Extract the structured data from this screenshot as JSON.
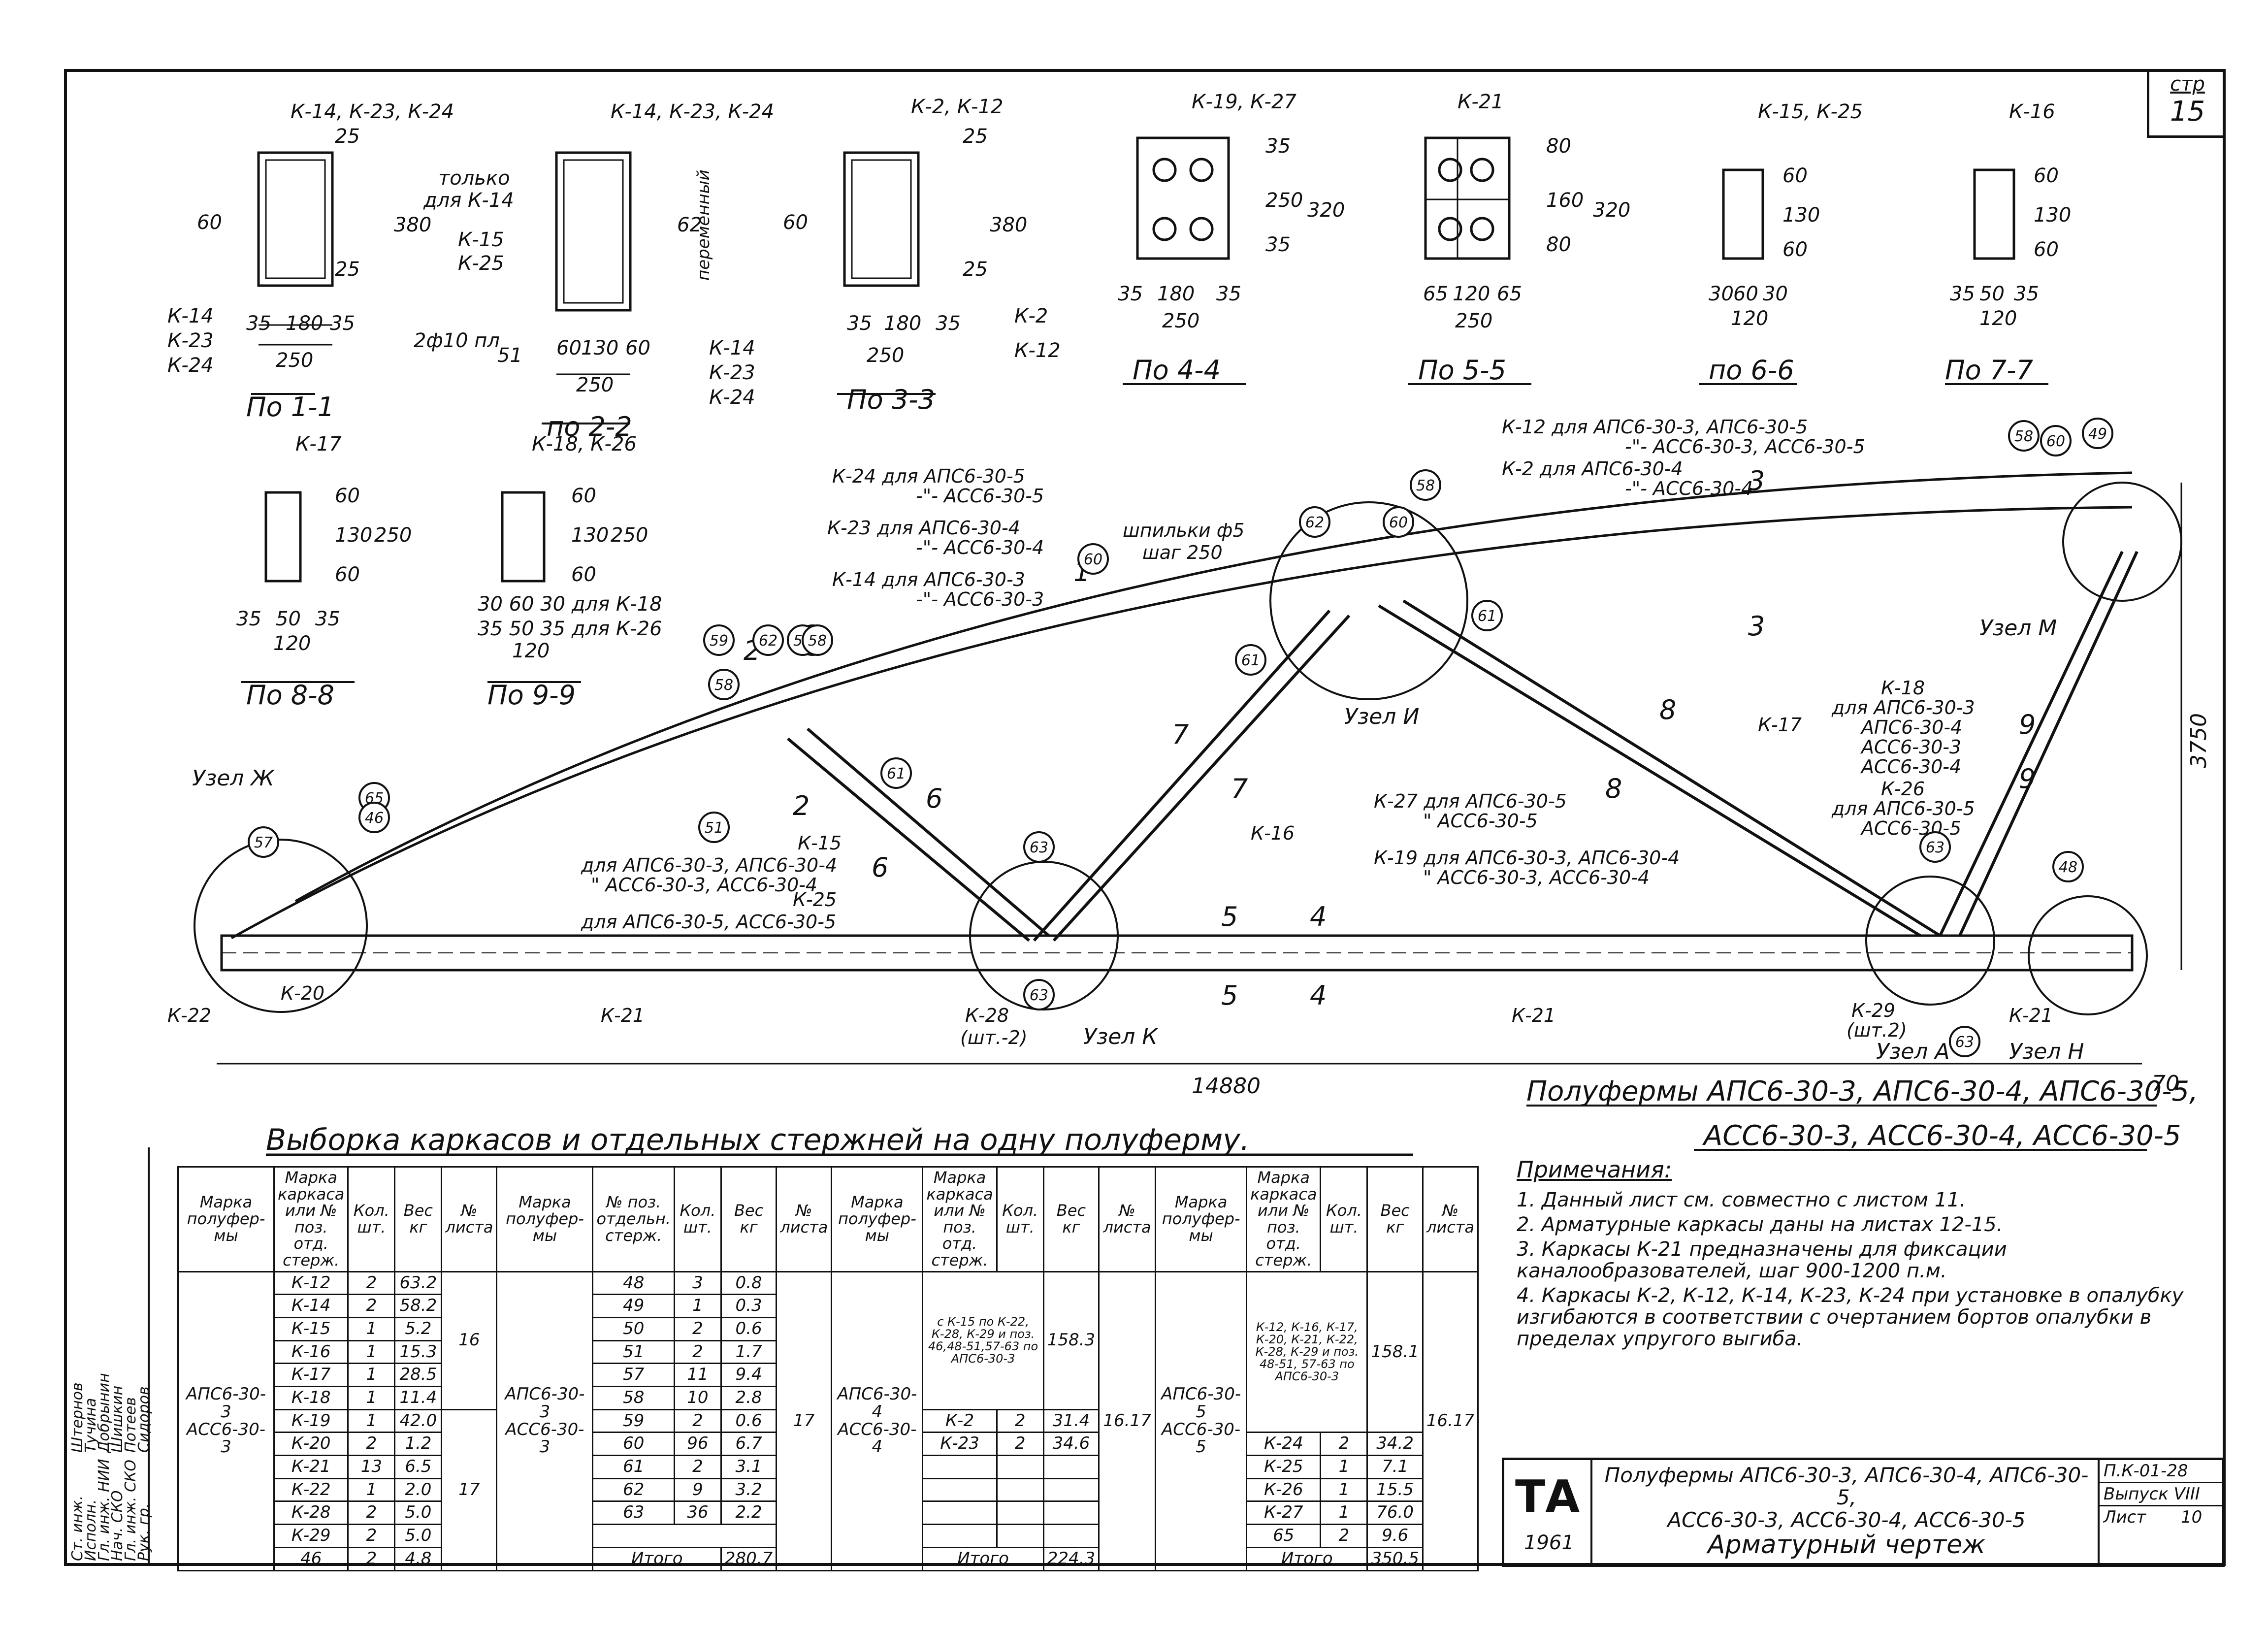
{
  "page": {
    "label": "стр",
    "number": "15"
  },
  "sections": {
    "s1": {
      "title": "По 1-1",
      "top_label": "К-14, К-23, К-24",
      "note1": "только",
      "note2": "для К-14",
      "left1": "К-14",
      "left2": "К-23",
      "left3": "К-24",
      "d1": "35",
      "d2": "180",
      "d3": "35",
      "w": "250",
      "h": "380",
      "h1": "25",
      "h2": "25",
      "mark": "60"
    },
    "s2": {
      "title": "по 2-2",
      "top_label": "К-14, К-23, К-24",
      "note1": "К-15",
      "note2": "К-25",
      "side": "переменный",
      "bar": "2ф10 пл",
      "r1": "К-14",
      "r2": "К-23",
      "r3": "К-24",
      "d1": "60",
      "d2": "130",
      "d3": "60",
      "w": "250",
      "mark1": "62",
      "mark2": "51"
    },
    "s3": {
      "title": "По 3-3",
      "top_label": "К-2, К-12",
      "r1": "К-2",
      "r2": "К-12",
      "d1": "35",
      "d2": "180",
      "d3": "35",
      "w": "250",
      "h": "380",
      "h1": "25",
      "h2": "25",
      "mark": "60"
    },
    "s4": {
      "title": "По 4-4",
      "top_label": "К-19, К-27",
      "d1": "35",
      "d2": "180",
      "d3": "35",
      "w": "250",
      "h1": "35",
      "h2": "250",
      "h3": "35",
      "h": "320"
    },
    "s5": {
      "title": "По 5-5",
      "top_label": "К-21",
      "d1": "65",
      "d2": "120",
      "d3": "65",
      "w": "250",
      "h1": "80",
      "h2": "160",
      "h3": "80",
      "h": "320"
    },
    "s6": {
      "title": "по 6-6",
      "top_label": "К-15, К-25",
      "d1": "30",
      "d2": "60",
      "d3": "30",
      "w": "120",
      "h1": "60",
      "h2": "130",
      "h3": "60"
    },
    "s7": {
      "title": "По 7-7",
      "top_label": "К-16",
      "d1": "35",
      "d2": "50",
      "d3": "35",
      "w": "120",
      "h1": "60",
      "h2": "130",
      "h3": "60"
    },
    "s8": {
      "title": "По 8-8",
      "top_label": "К-17",
      "d1": "35",
      "d2": "50",
      "d3": "35",
      "w": "120",
      "h1": "60",
      "h2": "130",
      "h3": "60",
      "h": "250"
    },
    "s9": {
      "title": "По 9-9",
      "top_label": "К-18, К-26",
      "row1": "30 60 30 для К-18",
      "row2": "35 50 35 для К-26",
      "w": "120",
      "h1": "60",
      "h2": "130",
      "h3": "60",
      "h": "250"
    }
  },
  "truss": {
    "callouts": {
      "k24": "К-24 для АПС6-30-5",
      "k24b": "-\"- АСС6-30-5",
      "k23": "К-23 для АПС6-30-4",
      "k23b": "-\"- АСС6-30-4",
      "k14": "К-14 для АПС6-30-3",
      "k14b": "-\"- АСС6-30-3",
      "k12": "К-12 для АПС6-30-3, АПС6-30-5",
      "k12b": "-\"- АСС6-30-3, АСС6-30-5",
      "k2": "К-2 для АПС6-30-4",
      "k2b": "-\"- АСС6-30-4",
      "studs": "шпильки ф5",
      "studs2": "шаг 250",
      "k15": "К-15",
      "k15a": "для АПС6-30-3, АПС6-30-4",
      "k15b": "\" АСС6-30-3, АСС6-30-4",
      "k25": "К-25",
      "k25a": "для АПС6-30-5, АСС6-30-5",
      "k27": "К-27 для АПС6-30-5",
      "k27b": "\" АСС6-30-5",
      "k19": "К-19 для АПС6-30-3, АПС6-30-4",
      "k19b": "\" АСС6-30-3, АСС6-30-4",
      "k17": "К-17",
      "k16": "К-16",
      "k18": "К-18",
      "k18a": "для АПС6-30-3",
      "k18b": "АПС6-30-4",
      "k18c": "АСС6-30-3",
      "k18d": "АСС6-30-4",
      "k26": "К-26",
      "k26a": "для АПС6-30-5",
      "k26b": "АСС6-30-5",
      "k22": "К-22",
      "k20": "К-20",
      "k21a": "К-21",
      "k21b": "К-21",
      "k21c": "К-21",
      "k28": "К-28",
      "k28q": "(шт.-2)",
      "k29": "К-29",
      "k29q": "(шт.2)"
    },
    "nodes": {
      "zh": "Узел Ж",
      "k": "Узел К",
      "i": "Узел И",
      "m": "Узел М",
      "a": "Узел А",
      "n": "Узел Н"
    },
    "dims": {
      "length": "14880",
      "height": "3750",
      "offset": "70"
    },
    "marks": [
      "60",
      "58",
      "62",
      "60",
      "61",
      "61",
      "59",
      "62",
      "58",
      "59",
      "58",
      "61",
      "51",
      "58",
      "65",
      "46",
      "57",
      "63",
      "63",
      "63",
      "63",
      "49",
      "60",
      "58",
      "48"
    ],
    "cuts": [
      "1",
      "2",
      "2",
      "3",
      "3",
      "4",
      "4",
      "5",
      "5",
      "6",
      "6",
      "7",
      "7",
      "8",
      "8",
      "9",
      "9"
    ]
  },
  "heading": {
    "part1": "Полуфермы АПС6-30-3, АПС6-30-4, АПС6-30-5,",
    "part2": "АСС6-30-3, АСС6-30-4, АСС6-30-5"
  },
  "table": {
    "title": "Выборка каркасов и отдельных стержней на одну полуферму.",
    "headers": {
      "mark": "Марка полуфер-мы",
      "frame": "Марка каркаса или № поз. отд. стерж.",
      "qty": "Кол. шт.",
      "weight": "Вес кг",
      "sheet": "№ листа",
      "pos": "№ поз. отдельн. стерж."
    },
    "g1": {
      "mark1": "АПС6-30-3",
      "mark2": "АСС6-30-3",
      "rows": [
        [
          "К-12",
          "2",
          "63.2"
        ],
        [
          "К-14",
          "2",
          "58.2"
        ],
        [
          "К-15",
          "1",
          "5.2"
        ],
        [
          "К-16",
          "1",
          "15.3"
        ],
        [
          "К-17",
          "1",
          "28.5"
        ],
        [
          "К-18",
          "1",
          "11.4"
        ],
        [
          "К-19",
          "1",
          "42.0"
        ],
        [
          "К-20",
          "2",
          "1.2"
        ],
        [
          "К-21",
          "13",
          "6.5"
        ],
        [
          "К-22",
          "1",
          "2.0"
        ],
        [
          "К-28",
          "2",
          "5.0"
        ],
        [
          "К-29",
          "2",
          "5.0"
        ],
        [
          "46",
          "2",
          "4.8"
        ]
      ],
      "sheet1": "16",
      "sheet2": "17"
    },
    "g2": {
      "mark1": "АПС6-30-3",
      "mark2": "АСС6-30-3",
      "rows": [
        [
          "48",
          "3",
          "0.8"
        ],
        [
          "49",
          "1",
          "0.3"
        ],
        [
          "50",
          "2",
          "0.6"
        ],
        [
          "51",
          "2",
          "1.7"
        ],
        [
          "57",
          "11",
          "9.4"
        ],
        [
          "58",
          "10",
          "2.8"
        ],
        [
          "59",
          "2",
          "0.6"
        ],
        [
          "60",
          "96",
          "6.7"
        ],
        [
          "61",
          "2",
          "3.1"
        ],
        [
          "62",
          "9",
          "3.2"
        ],
        [
          "63",
          "36",
          "2.2"
        ]
      ],
      "sheet": "17",
      "total_label": "Итого",
      "total": "280.7"
    },
    "g3": {
      "mark1": "АПС6-30-4",
      "mark2": "АСС6-30-4",
      "block": "с К-15 по К-22, К-28, К-29 и поз. 46,48-51,57-63 по АПС6-30-3",
      "block_w": "158.3",
      "rows": [
        [
          "К-2",
          "2",
          "31.4"
        ],
        [
          "К-23",
          "2",
          "34.6"
        ]
      ],
      "sheet": "16.17",
      "total_label": "Итого",
      "total": "224.3"
    },
    "g4": {
      "mark1": "АПС6-30-5",
      "mark2": "АСС6-30-5",
      "block": "К-12, К-16, К-17, К-20, К-21, К-22, К-28, К-29 и поз. 48-51, 57-63 по АПС6-30-3",
      "block_w": "158.1",
      "rows": [
        [
          "К-24",
          "2",
          "34.2"
        ],
        [
          "К-25",
          "1",
          "7.1"
        ],
        [
          "К-26",
          "1",
          "15.5"
        ],
        [
          "К-27",
          "1",
          "76.0"
        ],
        [
          "65",
          "2",
          "9.6"
        ]
      ],
      "sheet": "16.17",
      "total_label": "Итого",
      "total": "350.5"
    }
  },
  "notes": {
    "title": "Примечания:",
    "items": [
      "1. Данный лист см. совместно с листом 11.",
      "2. Арматурные каркасы даны на листах 12-15.",
      "3. Каркасы К-21 предназначены для фиксации каналообразователей, шаг 900-1200 п.м.",
      "4. Каркасы К-2, К-12, К-14, К-23, К-24 при установке в опалубку изгибаются в соответствии с очертанием бортов опалубки в пределах упругого выгиба."
    ]
  },
  "stamp": {
    "rows": [
      [
        "Ст. инж.",
        "Штернов"
      ],
      [
        "Исполн.",
        "Тучина"
      ],
      [
        "Гл. инж. НИИ",
        "Добрынин"
      ],
      [
        "Нач. СКО",
        "Шишкин"
      ],
      [
        "Гл. инж. СКО",
        "Потеев"
      ],
      [
        "Рук. гр.",
        "Сидоров"
      ]
    ]
  },
  "titleblock": {
    "logo": "ТА",
    "year": "1961",
    "line1": "Полуфермы АПС6-30-3, АПС6-30-4, АПС6-30-5,",
    "line2": "АСС6-30-3, АСС6-30-4, АСС6-30-5",
    "line3": "Арматурный чертеж",
    "code": "П.К-01-28",
    "issue": "Выпуск VIII",
    "sheet_label": "Лист",
    "sheet": "10"
  }
}
